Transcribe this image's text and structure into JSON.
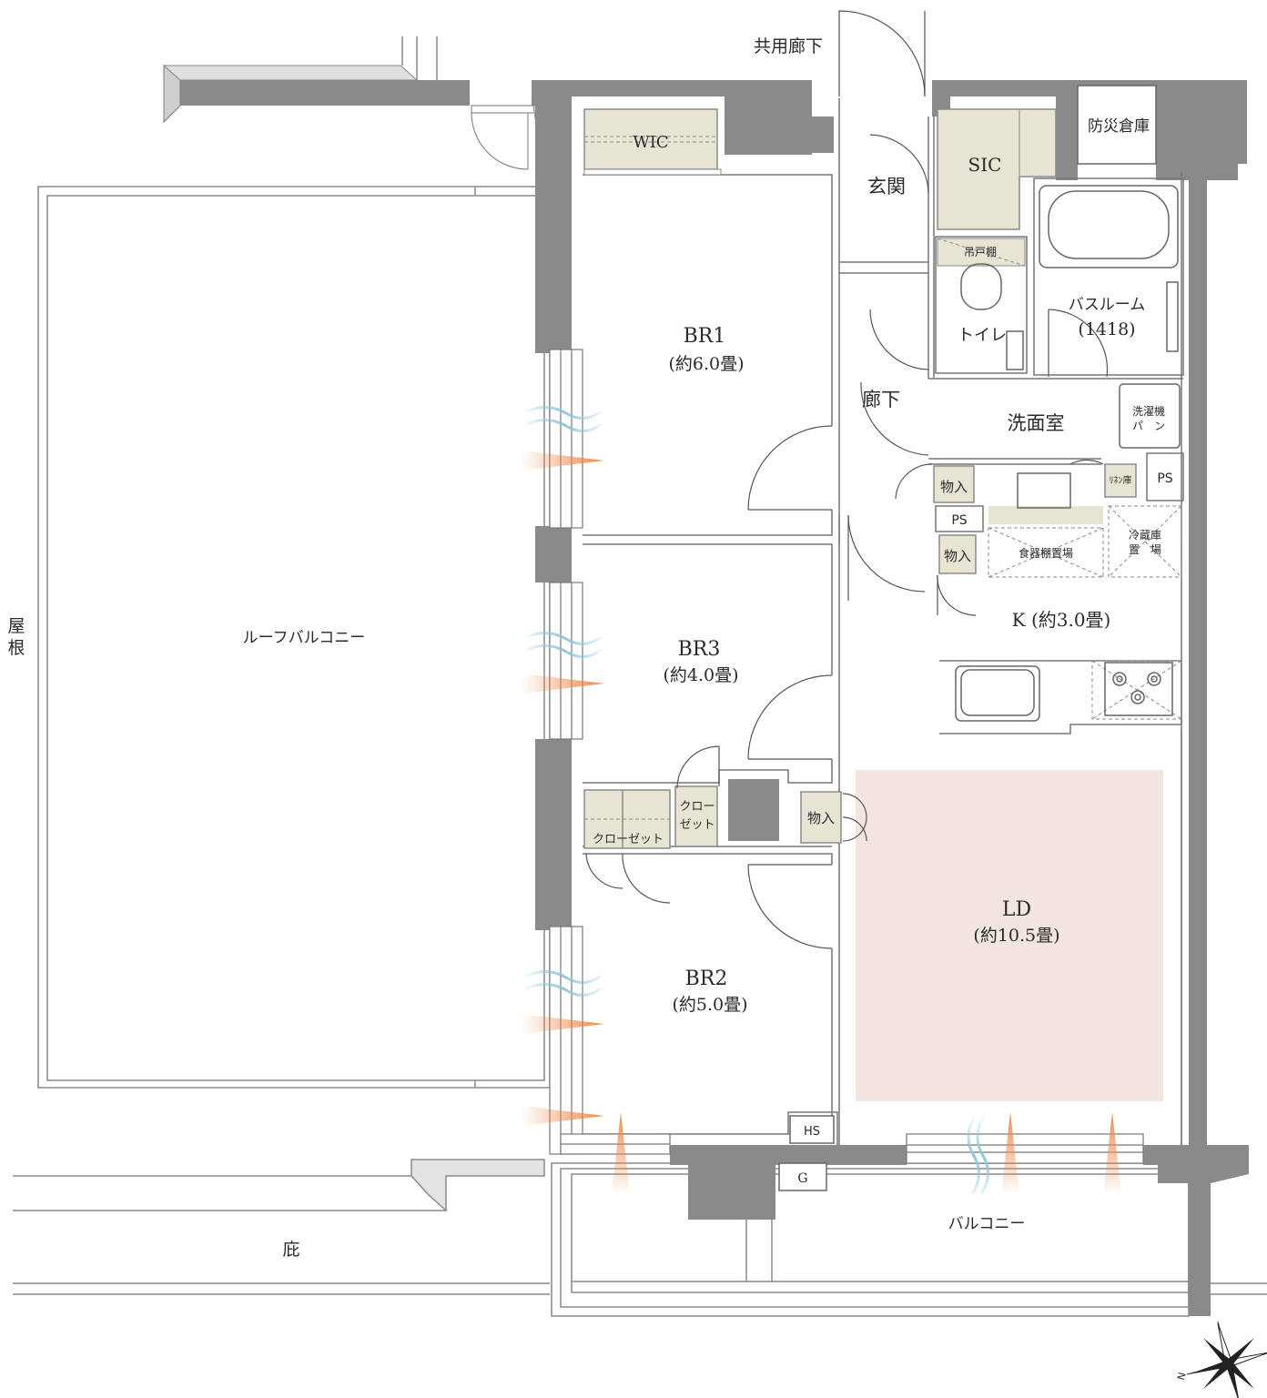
{
  "rooms": {
    "br1": {
      "name": "BR1",
      "size": "(約6.0畳)"
    },
    "br2": {
      "name": "BR2",
      "size": "(約5.0畳)"
    },
    "br3": {
      "name": "BR3",
      "size": "(約4.0畳)"
    },
    "ld": {
      "name": "LD",
      "size": "(約10.5畳)"
    },
    "kitchen": "K (約3.0畳)",
    "bathroom": {
      "name": "バスルーム",
      "size": "(1418)"
    },
    "toilet": "トイレ",
    "washroom": "洗面室",
    "entrance": "玄関",
    "hallway": "廊下"
  },
  "storage": {
    "wic": "WIC",
    "sic": "SIC",
    "closet": "クローゼット",
    "closet_small_line1": "クロー",
    "closet_small_line2": "ゼット",
    "monoire": "物入",
    "hanging_shelf": "吊戸棚",
    "linen": "ﾘﾈﾝ庫",
    "disaster_storage": "防災倉庫"
  },
  "equipment": {
    "ps": "PS",
    "hs": "HS",
    "gas": "G",
    "washer_line1": "洗濯機",
    "washer_line2": "パ　ン",
    "fridge_line1": "冷蔵庫",
    "fridge_line2": "置　場",
    "dish_shelf": "食器棚置場"
  },
  "exterior": {
    "common_corridor": "共用廊下",
    "roof_balcony": "ルーフバルコニー",
    "roof": "屋根",
    "eaves": "庇",
    "balcony": "バルコニー"
  },
  "compass": {
    "north": "N"
  },
  "colors": {
    "wall": "#8a8a8a",
    "storage_fill": "#e8e4d4",
    "ld_fill": "#f3e6e1",
    "wind": "#8fc6dc",
    "sun": "#f0884a"
  }
}
